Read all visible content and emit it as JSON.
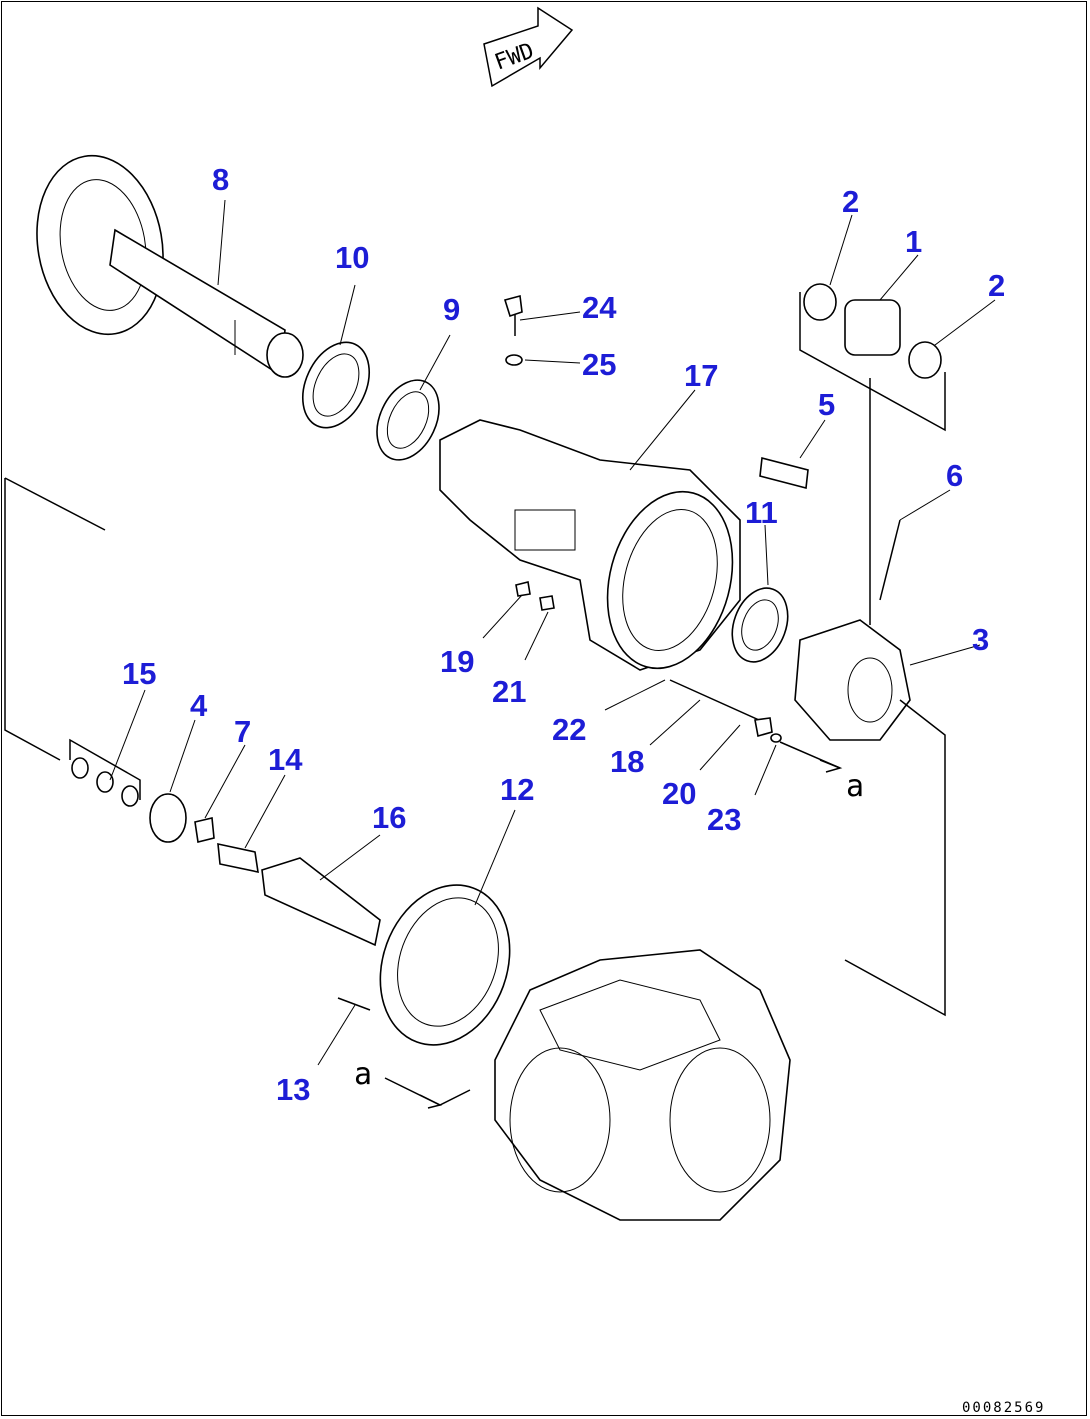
{
  "diagram": {
    "direction_label": "FWD",
    "doc_number": "00082569",
    "ref_marker": "a",
    "callouts": [
      "1",
      "2",
      "2",
      "3",
      "4",
      "5",
      "6",
      "7",
      "8",
      "9",
      "10",
      "11",
      "12",
      "13",
      "14",
      "15",
      "16",
      "17",
      "18",
      "19",
      "20",
      "21",
      "22",
      "23",
      "24",
      "25"
    ],
    "colors": {
      "callout": "#1d1dd6",
      "line": "#000000"
    }
  }
}
